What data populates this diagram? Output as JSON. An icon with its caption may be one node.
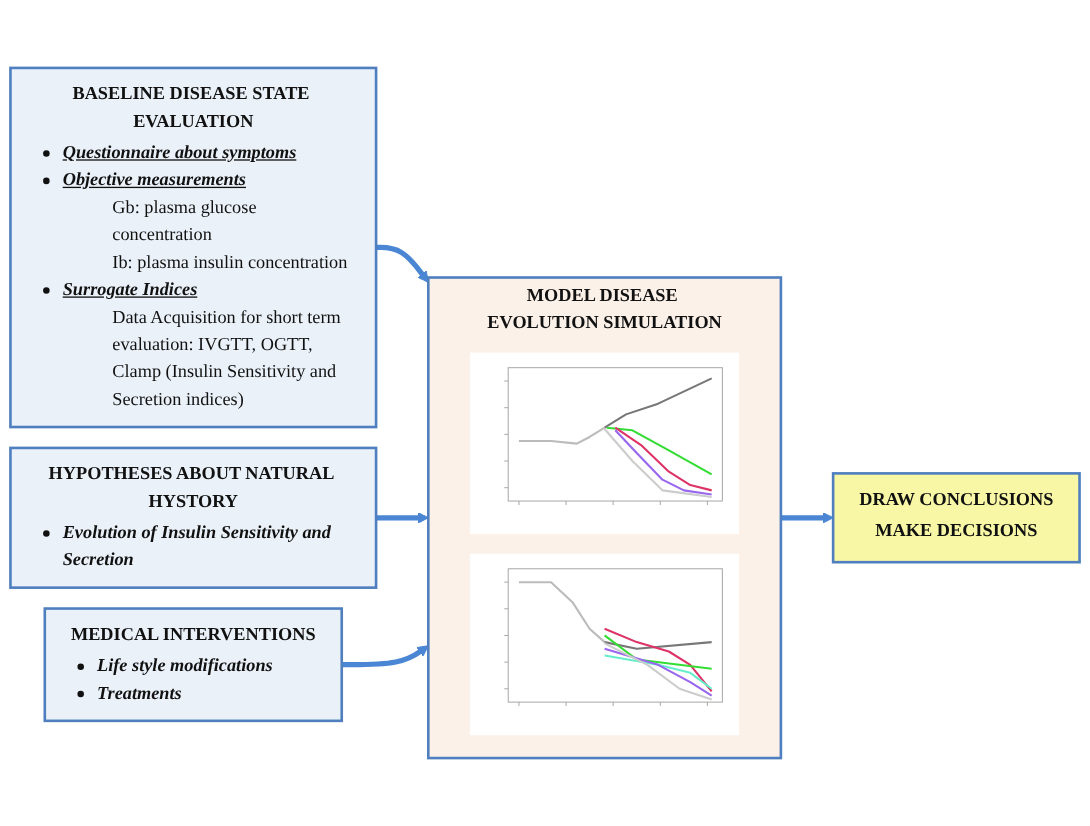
{
  "diagram": {
    "nodes": [
      {
        "text": [
          "BASELINE DISEASE STATE EVALUATION",
          "Questionnaire about symptoms",
          "Objective measurements",
          "Gb: plasma glucose concentration",
          "Ib: plasma insulin concentration",
          "Surrogate Indices",
          "Data Acquisition for short term evaluation: IVGTT, OGTT, Clamp (Insulin Sensitivity and Secretion indices)"
        ]
      },
      {
        "text": [
          "HYPOTHESES ABOUT NATURAL HYSTORY",
          "Evolution of Insulin Sensitivity and Secretion"
        ]
      },
      {
        "text": [
          "MEDICAL INTERVENTIONS",
          "Life style modifications",
          "Treatments"
        ]
      },
      {
        "text": [
          "MODEL DISEASE EVOLUTION SIMULATION"
        ]
      },
      {
        "text": [],
        "shape": "picture",
        "in": 3
      },
      {
        "text": [],
        "shape": "picture",
        "in": 3
      },
      {
        "text": [
          "DRAW CONCLUSIONS",
          "MAKE DECISIONS"
        ]
      }
    ],
    "edges": [
      {
        "from": 0,
        "to": 3,
        "arrow": "to"
      },
      {
        "from": 1,
        "to": 3,
        "arrow": "to"
      },
      {
        "from": 2,
        "to": 3,
        "arrow": "to"
      },
      {
        "from": 3,
        "to": 6,
        "arrow": "to"
      }
    ]
  }
}
